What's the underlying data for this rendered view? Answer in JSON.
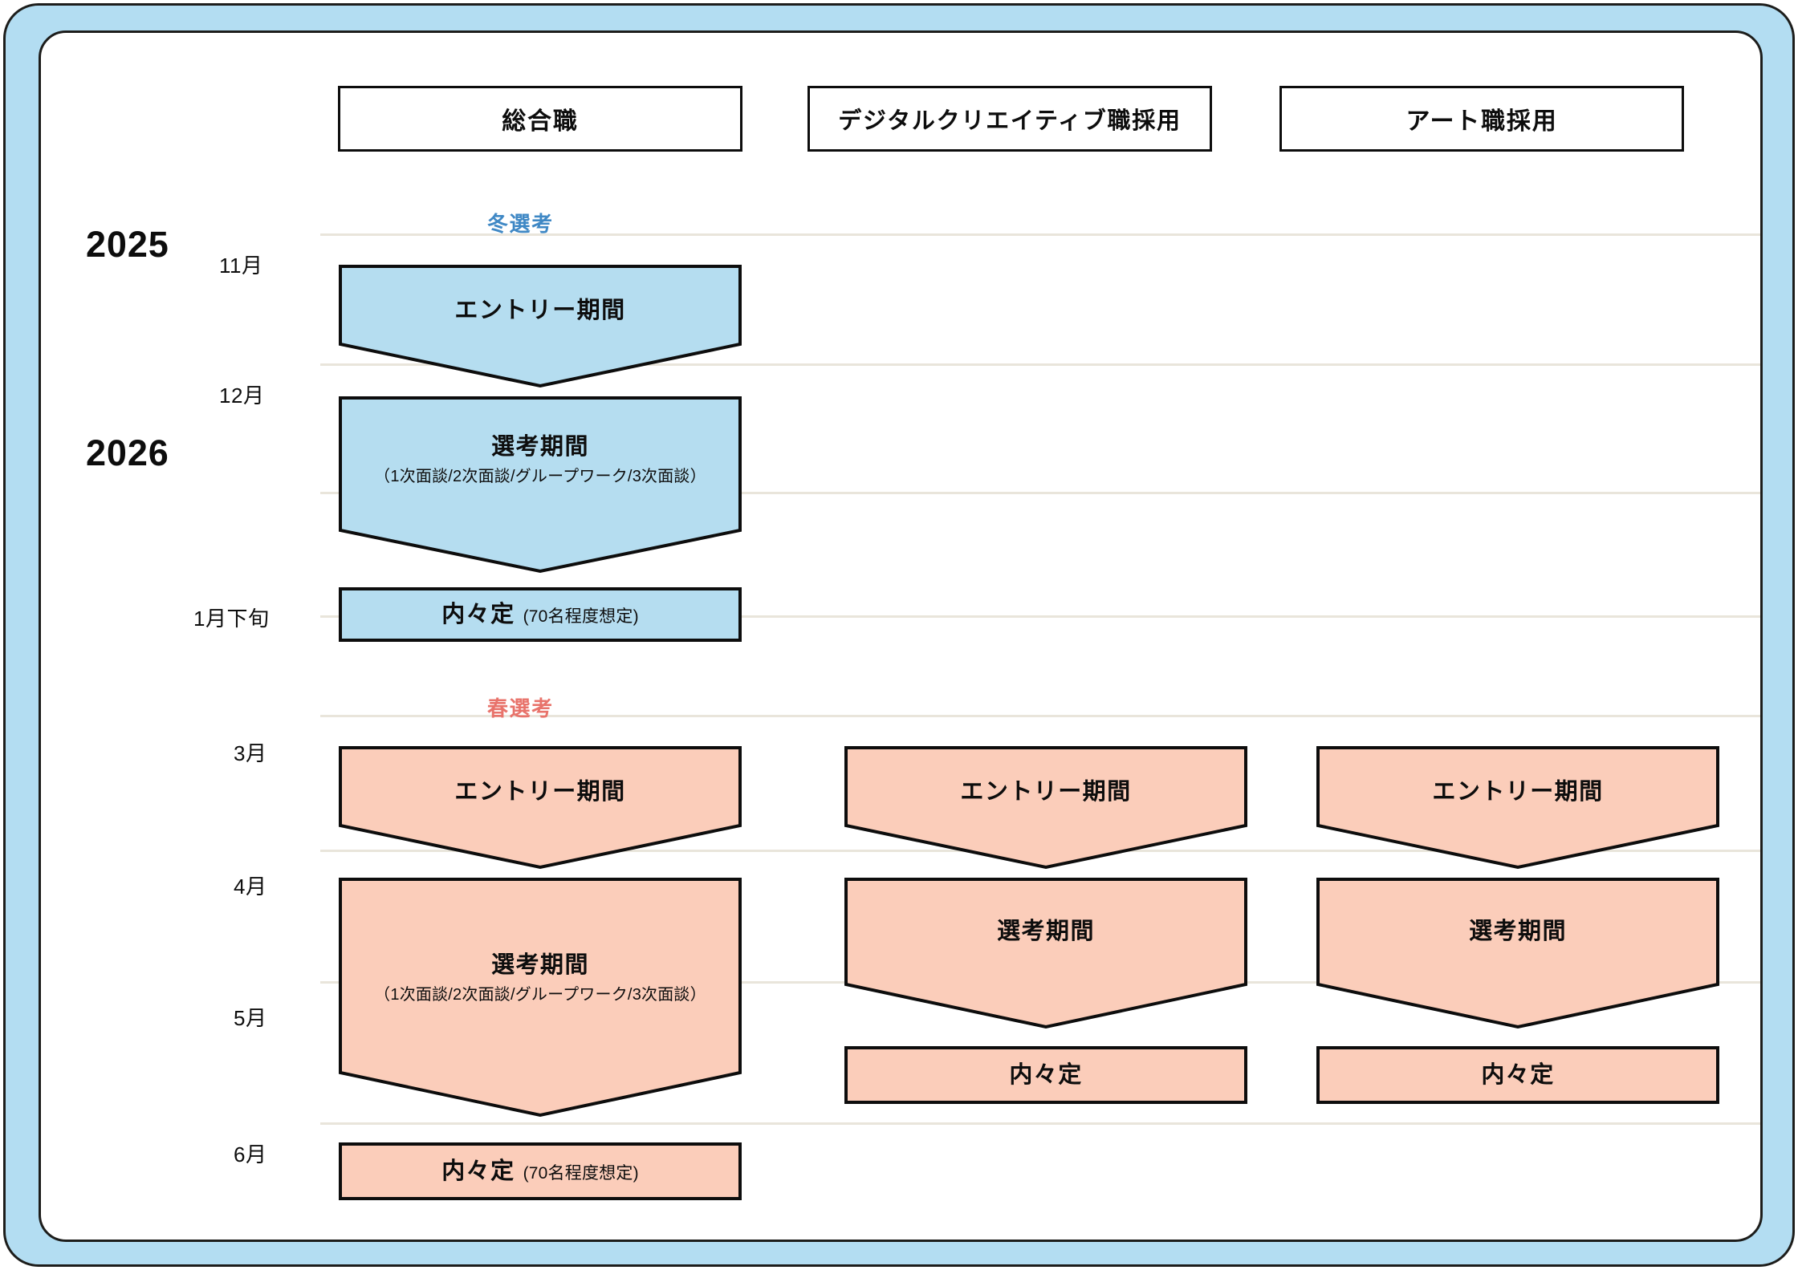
{
  "theme": {
    "frame_color": "#b3ddf2",
    "outline_color": "#0d0d0d",
    "gridline_color": "#e9e5db",
    "winter_fill": "#b5ddf0",
    "winter_text": "#3f88c5",
    "spring_fill": "#fbcdba",
    "spring_text": "#e8736b"
  },
  "columns": [
    {
      "id": "sogoshoku",
      "label": "総合職"
    },
    {
      "id": "digital-creative",
      "label": "デジタルクリエイティブ職採用"
    },
    {
      "id": "art",
      "label": "アート職採用"
    }
  ],
  "years": [
    {
      "id": "2025",
      "label": "2025"
    },
    {
      "id": "2026",
      "label": "2026"
    }
  ],
  "months": [
    {
      "id": "nov",
      "label": "11月"
    },
    {
      "id": "dec",
      "label": "12月"
    },
    {
      "id": "jan-late",
      "label": "1月下旬"
    },
    {
      "id": "mar",
      "label": "3月"
    },
    {
      "id": "apr",
      "label": "4月"
    },
    {
      "id": "may",
      "label": "5月"
    },
    {
      "id": "jun",
      "label": "6月"
    }
  ],
  "seasons": [
    {
      "id": "winter",
      "label": "冬選考"
    },
    {
      "id": "spring",
      "label": "春選考"
    }
  ],
  "phases": {
    "winter_entry": {
      "title": "エントリー期間",
      "note": ""
    },
    "winter_selection": {
      "title": "選考期間",
      "note": "（1次面談/2次面談/グループワーク/3次面談）"
    },
    "winter_offer": {
      "title": "内々定",
      "note": "(70名程度想定)"
    },
    "spring_entry_sogo": {
      "title": "エントリー期間",
      "note": ""
    },
    "spring_entry_digital": {
      "title": "エントリー期間",
      "note": ""
    },
    "spring_entry_art": {
      "title": "エントリー期間",
      "note": ""
    },
    "spring_selection_sogo": {
      "title": "選考期間",
      "note": "（1次面談/2次面談/グループワーク/3次面談）"
    },
    "spring_selection_digital": {
      "title": "選考期間",
      "note": ""
    },
    "spring_selection_art": {
      "title": "選考期間",
      "note": ""
    },
    "spring_offer_digital": {
      "title": "内々定",
      "note": ""
    },
    "spring_offer_art": {
      "title": "内々定",
      "note": ""
    },
    "spring_offer_sogo": {
      "title": "内々定",
      "note": "(70名程度想定)"
    }
  }
}
